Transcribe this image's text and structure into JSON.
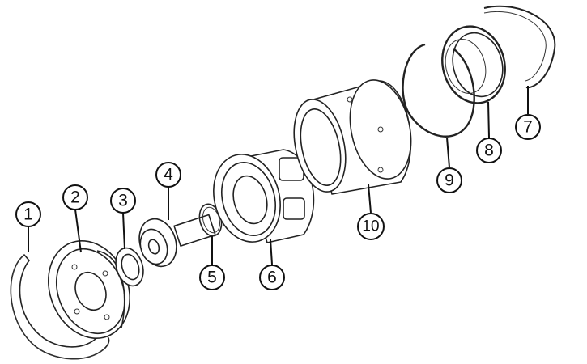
{
  "diagram": {
    "callouts": [
      {
        "number": "1"
      },
      {
        "number": "2"
      },
      {
        "number": "3"
      },
      {
        "number": "4"
      },
      {
        "number": "5"
      },
      {
        "number": "6"
      },
      {
        "number": "7"
      },
      {
        "number": "8"
      },
      {
        "number": "9"
      },
      {
        "number": "10"
      }
    ]
  }
}
